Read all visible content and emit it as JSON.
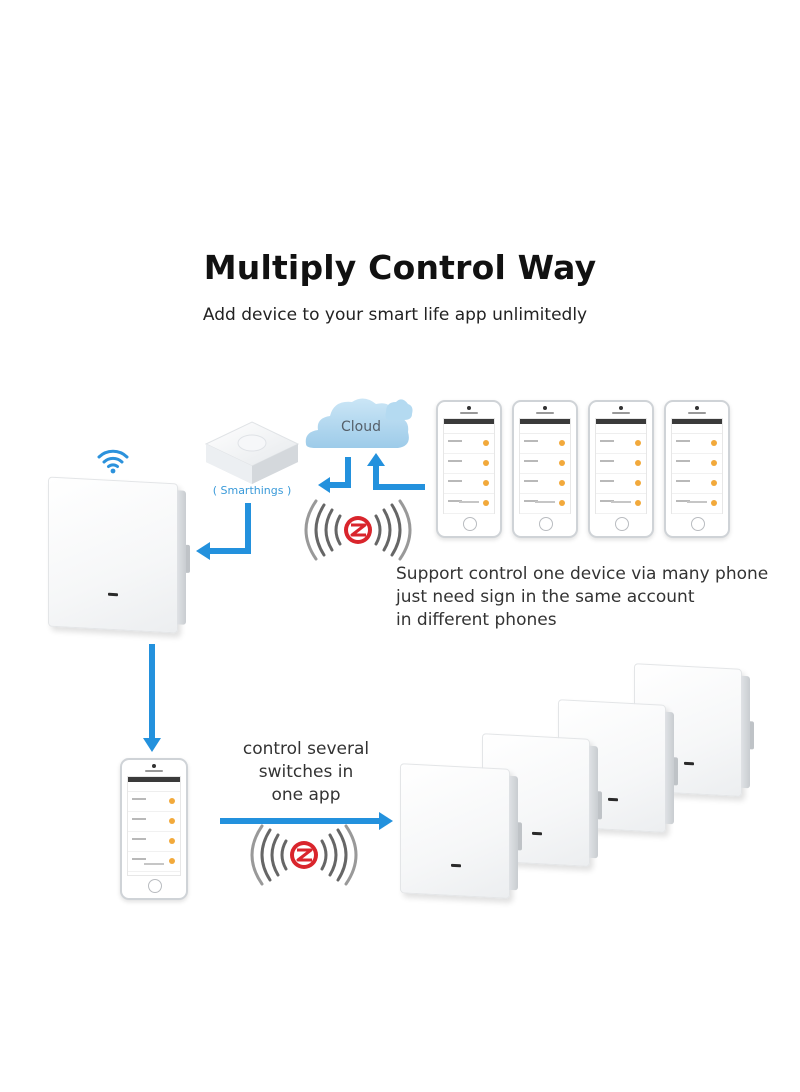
{
  "title": "Multiply Control Way",
  "subtitle": "Add device to your smart life app unlimitedly",
  "hub": {
    "label": "( Smarthings )"
  },
  "cloud": {
    "label": "Cloud"
  },
  "notes": {
    "phones": [
      "Support control one device via many phone",
      "just need sign in the same account",
      "in different phones"
    ],
    "several": [
      "control several",
      "switches in",
      "one app"
    ]
  },
  "icons": {
    "wifi": "wifi-icon",
    "zigbee": "zigbee-icon",
    "arrow": "arrow-icon"
  },
  "colors": {
    "arrow": "#2391dd",
    "zigbee_red": "#d9252c",
    "wifi": "#2c92dc",
    "hub_text": "#3a9ad9"
  }
}
